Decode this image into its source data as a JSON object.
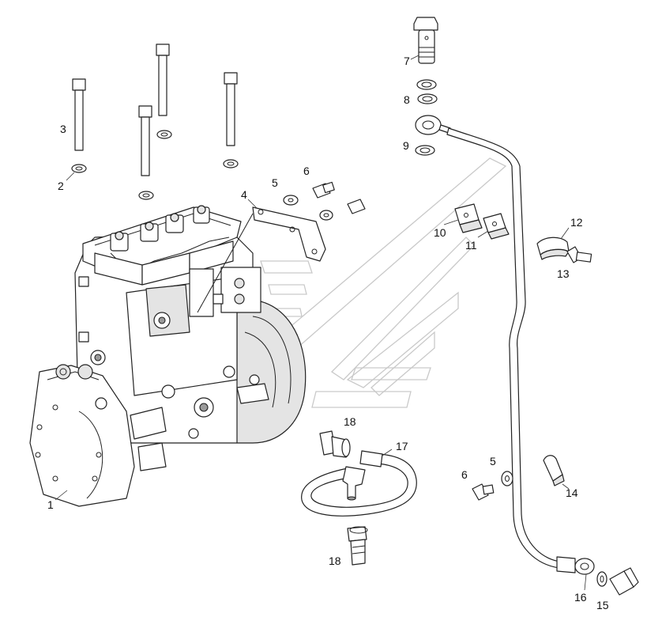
{
  "diagram": {
    "callouts": [
      {
        "id": "1",
        "text": "1"
      },
      {
        "id": "2",
        "text": "2"
      },
      {
        "id": "3",
        "text": "3"
      },
      {
        "id": "4",
        "text": "4"
      },
      {
        "id": "5a",
        "text": "5"
      },
      {
        "id": "5b",
        "text": "5"
      },
      {
        "id": "6a",
        "text": "6"
      },
      {
        "id": "6b",
        "text": "6"
      },
      {
        "id": "7",
        "text": "7"
      },
      {
        "id": "8",
        "text": "8"
      },
      {
        "id": "9",
        "text": "9"
      },
      {
        "id": "10",
        "text": "10"
      },
      {
        "id": "11",
        "text": "11"
      },
      {
        "id": "12",
        "text": "12"
      },
      {
        "id": "13",
        "text": "13"
      },
      {
        "id": "14",
        "text": "14"
      },
      {
        "id": "15",
        "text": "15"
      },
      {
        "id": "16",
        "text": "16"
      },
      {
        "id": "17",
        "text": "17"
      },
      {
        "id": "18a",
        "text": "18"
      },
      {
        "id": "18b",
        "text": "18"
      }
    ],
    "colors": {
      "line": "#222222",
      "shade": "#e4e4e4",
      "watermark": "#c9c9c9"
    }
  }
}
